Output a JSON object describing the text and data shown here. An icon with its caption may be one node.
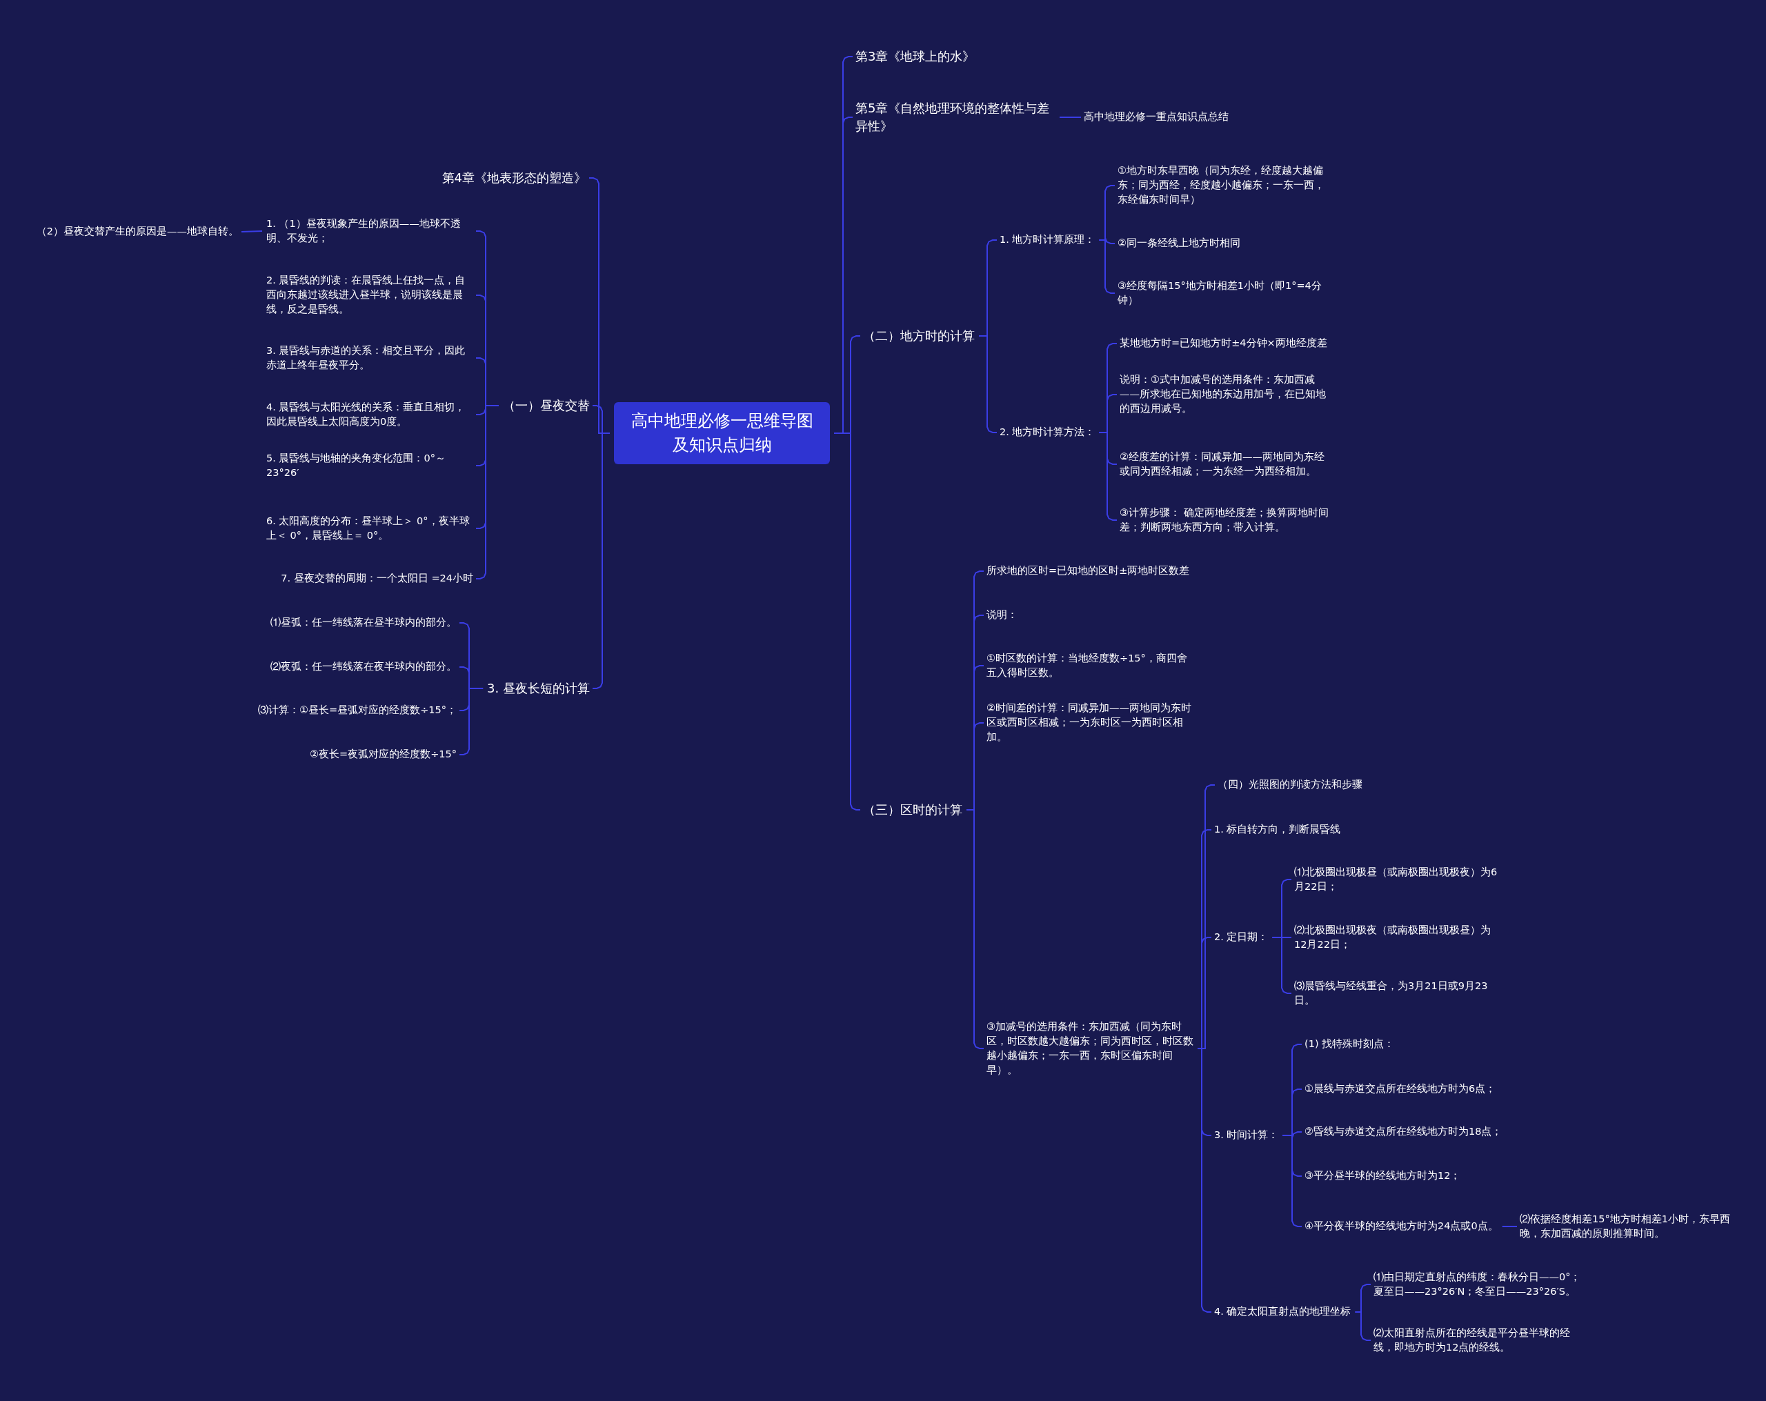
{
  "diagram": {
    "nodes": [
      {
        "text": [
          "高中地理必修一思维导图及知识点归纳"
        ]
      },
      {
        "text": [
          "第4章《地表形态的塑造》"
        ]
      },
      {
        "text": [
          "（一）昼夜交替"
        ]
      },
      {
        "text": [
          "1. （1）昼夜现象产生的原因——地球不透明、不发光；"
        ]
      },
      {
        "text": [
          "（2）昼夜交替产生的原因是——地球自转。"
        ]
      },
      {
        "text": [
          "2. 晨昏线的判读：在晨昏线上任找一点，自西向东越过该线进入昼半球，说明该线是晨线，反之是昏线。"
        ]
      },
      {
        "text": [
          "3. 晨昏线与赤道的关系：相交且平分，因此赤道上终年昼夜平分。"
        ]
      },
      {
        "text": [
          "4. 晨昏线与太阳光线的关系：垂直且相切，因此晨昏线上太阳高度为0度。"
        ]
      },
      {
        "text": [
          "5. 晨昏线与地轴的夹角变化范围：0°～23°26′"
        ]
      },
      {
        "text": [
          "6. 太阳高度的分布：昼半球上＞ 0°，夜半球上＜ 0°，晨昏线上＝ 0°。"
        ]
      },
      {
        "text": [
          "7. 昼夜交替的周期：一个太阳日 =24小时"
        ]
      },
      {
        "text": [
          "3. 昼夜长短的计算"
        ]
      },
      {
        "text": [
          "⑴昼弧：任一纬线落在昼半球内的部分。"
        ]
      },
      {
        "text": [
          "⑵夜弧：任一纬线落在夜半球内的部分。"
        ]
      },
      {
        "text": [
          "⑶计算：①昼长=昼弧对应的经度数÷15°；"
        ]
      },
      {
        "text": [
          "②夜长=夜弧对应的经度数÷15°"
        ]
      },
      {
        "text": [
          "第3章《地球上的水》"
        ]
      },
      {
        "text": [
          "第5章《自然地理环境的整体性与差异性》"
        ]
      },
      {
        "text": [
          "高中地理必修一重点知识点总结"
        ]
      },
      {
        "text": [
          "（二）地方时的计算"
        ]
      },
      {
        "text": [
          "1. 地方时计算原理："
        ]
      },
      {
        "text": [
          "①地方时东早西晚（同为东经，经度越大越偏东；同为西经，经度越小越偏东；一东一西，东经偏东时间早）"
        ]
      },
      {
        "text": [
          "②同一条经线上地方时相同"
        ]
      },
      {
        "text": [
          "③经度每隔15°地方时相差1小时（即1°=4分钟）"
        ]
      },
      {
        "text": [
          "2. 地方时计算方法："
        ]
      },
      {
        "text": [
          "某地地方时=已知地方时±4分钟×两地经度差"
        ]
      },
      {
        "text": [
          "说明：①式中加减号的选用条件：东加西减——所求地在已知地的东边用加号，在已知地的西边用减号。"
        ]
      },
      {
        "text": [
          "②经度差的计算：同减异加——两地同为东经或同为西经相减；一为东经一为西经相加。"
        ]
      },
      {
        "text": [
          "③计算步骤： 确定两地经度差；换算两地时间差；判断两地东西方向；带入计算。"
        ]
      },
      {
        "text": [
          "（三）区时的计算"
        ]
      },
      {
        "text": [
          "所求地的区时=已知地的区时±两地时区数差"
        ]
      },
      {
        "text": [
          "说明："
        ]
      },
      {
        "text": [
          "①时区数的计算：当地经度数÷15°，商四舍五入得时区数。"
        ]
      },
      {
        "text": [
          "②时间差的计算：同减异加——两地同为东时区或西时区相减；一为东时区一为西时区相加。"
        ]
      },
      {
        "text": [
          "③加减号的选用条件：东加西减（同为东时区，时区数越大越偏东；同为西时区，时区数越小越偏东；一东一西，东时区偏东时间早）。"
        ]
      },
      {
        "text": [
          "（四）光照图的判读方法和步骤"
        ]
      },
      {
        "text": [
          "1. 标自转方向，判断晨昏线"
        ]
      },
      {
        "text": [
          "2. 定日期："
        ]
      },
      {
        "text": [
          "⑴北极圈出现极昼（或南极圈出现极夜）为6月22日；"
        ]
      },
      {
        "text": [
          "⑵北极圈出现极夜（或南极圈出现极昼）为12月22日；"
        ]
      },
      {
        "text": [
          "⑶晨昏线与经线重合，为3月21日或9月23日。"
        ]
      },
      {
        "text": [
          "3. 时间计算："
        ]
      },
      {
        "text": [
          "(1) 找特殊时刻点："
        ]
      },
      {
        "text": [
          "①晨线与赤道交点所在经线地方时为6点；"
        ]
      },
      {
        "text": [
          "②昏线与赤道交点所在经线地方时为18点；"
        ]
      },
      {
        "text": [
          "③平分昼半球的经线地方时为12；"
        ]
      },
      {
        "text": [
          "④平分夜半球的经线地方时为24点或0点。"
        ]
      },
      {
        "text": [
          "⑵依据经度相差15°地方时相差1小时，东早西晚，东加西减的原则推算时间。"
        ]
      },
      {
        "text": [
          "4. 确定太阳直射点的地理坐标"
        ]
      },
      {
        "text": [
          "⑴由日期定直射点的纬度：春秋分日——0°；夏至日——23°26′N；冬至日——23°26′S。"
        ]
      },
      {
        "text": [
          "⑵太阳直射点所在的经线是平分昼半球的经线，即地方时为12点的经线。"
        ]
      }
    ],
    "edges": [
      {
        "from": 0,
        "to": 1,
        "arrow": "none"
      },
      {
        "from": 0,
        "to": 2,
        "arrow": "none"
      },
      {
        "from": 2,
        "to": 3,
        "arrow": "none"
      },
      {
        "from": 3,
        "to": 4,
        "arrow": "none"
      },
      {
        "from": 2,
        "to": 5,
        "arrow": "none"
      },
      {
        "from": 2,
        "to": 6,
        "arrow": "none"
      },
      {
        "from": 2,
        "to": 7,
        "arrow": "none"
      },
      {
        "from": 2,
        "to": 8,
        "arrow": "none"
      },
      {
        "from": 2,
        "to": 9,
        "arrow": "none"
      },
      {
        "from": 2,
        "to": 10,
        "arrow": "none"
      },
      {
        "from": 0,
        "to": 11,
        "arrow": "none"
      },
      {
        "from": 11,
        "to": 12,
        "arrow": "none"
      },
      {
        "from": 11,
        "to": 13,
        "arrow": "none"
      },
      {
        "from": 11,
        "to": 14,
        "arrow": "none"
      },
      {
        "from": 11,
        "to": 15,
        "arrow": "none"
      },
      {
        "from": 0,
        "to": 16,
        "arrow": "none"
      },
      {
        "from": 0,
        "to": 17,
        "arrow": "none"
      },
      {
        "from": 17,
        "to": 18,
        "arrow": "none"
      },
      {
        "from": 0,
        "to": 19,
        "arrow": "none"
      },
      {
        "from": 19,
        "to": 20,
        "arrow": "none"
      },
      {
        "from": 20,
        "to": 21,
        "arrow": "none"
      },
      {
        "from": 20,
        "to": 22,
        "arrow": "none"
      },
      {
        "from": 20,
        "to": 23,
        "arrow": "none"
      },
      {
        "from": 19,
        "to": 24,
        "arrow": "none"
      },
      {
        "from": 24,
        "to": 25,
        "arrow": "none"
      },
      {
        "from": 24,
        "to": 26,
        "arrow": "none"
      },
      {
        "from": 24,
        "to": 27,
        "arrow": "none"
      },
      {
        "from": 24,
        "to": 28,
        "arrow": "none"
      },
      {
        "from": 0,
        "to": 29,
        "arrow": "none"
      },
      {
        "from": 29,
        "to": 30,
        "arrow": "none"
      },
      {
        "from": 29,
        "to": 31,
        "arrow": "none"
      },
      {
        "from": 29,
        "to": 32,
        "arrow": "none"
      },
      {
        "from": 29,
        "to": 33,
        "arrow": "none"
      },
      {
        "from": 29,
        "to": 34,
        "arrow": "none"
      },
      {
        "from": 34,
        "to": 35,
        "arrow": "none"
      },
      {
        "from": 34,
        "to": 36,
        "arrow": "none"
      },
      {
        "from": 34,
        "to": 37,
        "arrow": "none"
      },
      {
        "from": 37,
        "to": 38,
        "arrow": "none"
      },
      {
        "from": 37,
        "to": 39,
        "arrow": "none"
      },
      {
        "from": 37,
        "to": 40,
        "arrow": "none"
      },
      {
        "from": 34,
        "to": 41,
        "arrow": "none"
      },
      {
        "from": 41,
        "to": 42,
        "arrow": "none"
      },
      {
        "from": 41,
        "to": 43,
        "arrow": "none"
      },
      {
        "from": 41,
        "to": 44,
        "arrow": "none"
      },
      {
        "from": 41,
        "to": 45,
        "arrow": "none"
      },
      {
        "from": 41,
        "to": 46,
        "arrow": "none"
      },
      {
        "from": 46,
        "to": 47,
        "arrow": "none"
      },
      {
        "from": 34,
        "to": 48,
        "arrow": "none"
      },
      {
        "from": 48,
        "to": 49,
        "arrow": "none"
      },
      {
        "from": 48,
        "to": 50,
        "arrow": "none"
      }
    ]
  }
}
